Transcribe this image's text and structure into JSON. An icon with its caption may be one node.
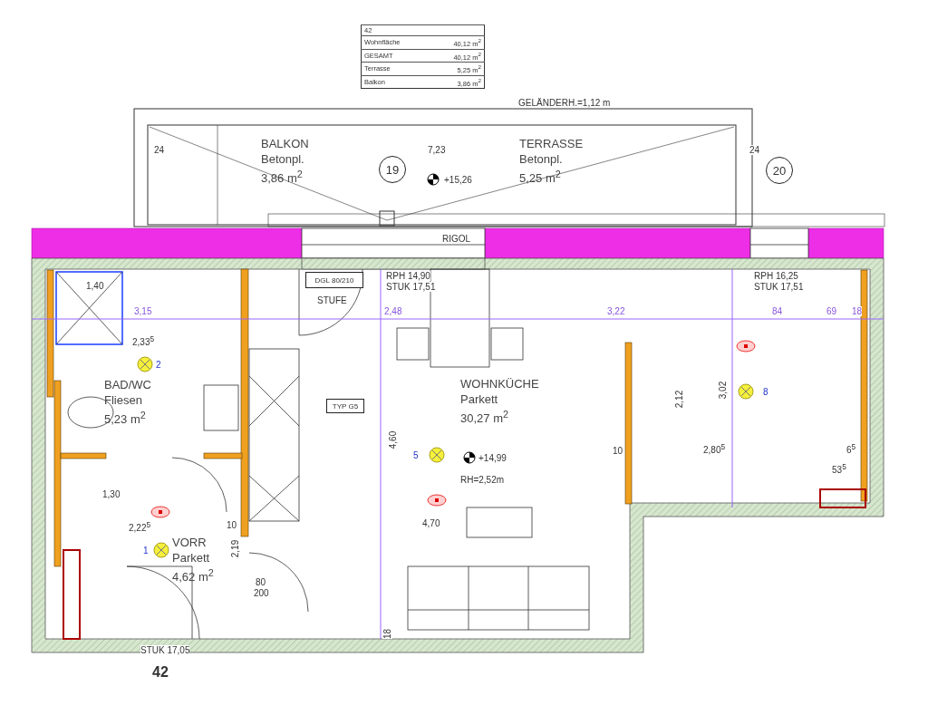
{
  "diagram": {
    "nodes": [
      {
        "text": [
          "BALKON",
          "Betonpl.",
          "3,86 m$^{2}$"
        ]
      },
      {
        "text": [
          "TERRASSE",
          "Betonpl.",
          "5,25 m$^{2}$"
        ]
      },
      {
        "text": [
          "19"
        ]
      },
      {
        "text": [
          "20"
        ]
      },
      {
        "text": [
          "BAD/WC",
          "Fliesen",
          "5,23 m$^{2}$"
        ]
      },
      {
        "text": [
          "VORR",
          "Parkett",
          "4,62 m$^{2}$"
        ]
      },
      {
        "text": [
          "WOHNKÜCHE",
          "Parkett",
          "30,27 m$^{2}$"
        ]
      },
      {
        "text": [
          "DGL 80/210"
        ]
      },
      {
        "text": [
          "TYP G5"
        ]
      }
    ],
    "edges": [],
    "labels": [
      "42",
      "Wohnfläche",
      "40,12 m$^{2}$",
      "GESAMT",
      "40,12 m$^{2}$",
      "Terrasse",
      "5,25 m$^{2}$",
      "Balkon",
      "3,86 m$^{2}$",
      "GELÄNDERH.=1,12 m",
      "24",
      "7,23",
      "24",
      "+15,26",
      "RIGOL",
      "RPH 14,90",
      "STUK 17,51",
      "RPH 16,25",
      "STUK 17,51",
      "STUFE",
      "3,15",
      "2,48",
      "3,22",
      "84",
      "69",
      "18",
      "1,40",
      "2,33$^{5}$",
      "2",
      "5",
      "+14,99",
      "RH=2,52m",
      "4,70",
      "4,60",
      "2,12",
      "3,02",
      "8",
      "2,80$^{5}$",
      "6$^{5}$",
      "53$^{5}$",
      "10",
      "1,30",
      "2,22$^{5}$",
      "10",
      "1",
      "2,19",
      "80",
      "200",
      "STUK 17,05",
      "42",
      "18"
    ]
  }
}
